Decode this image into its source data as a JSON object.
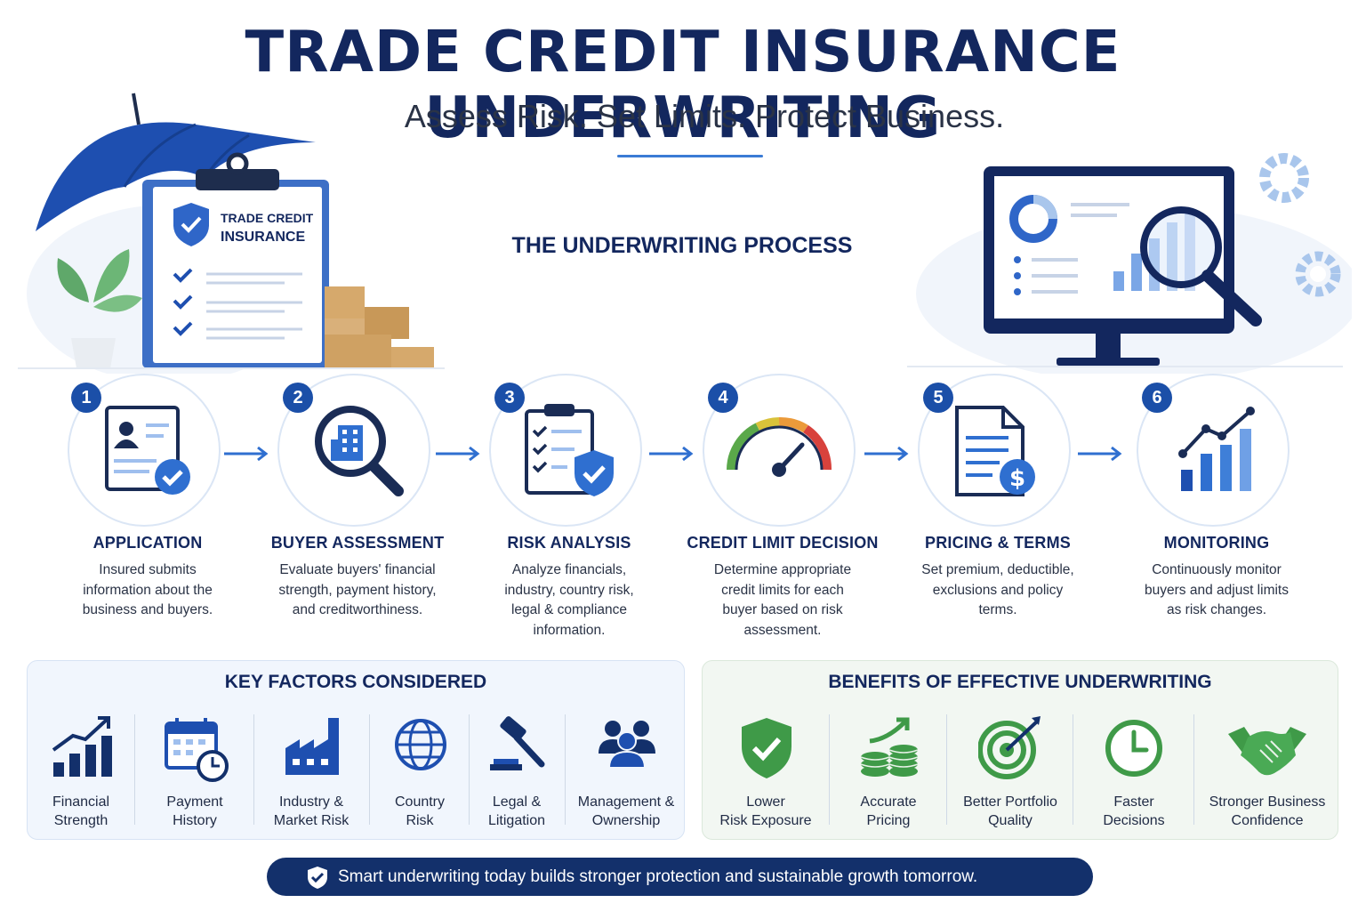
{
  "header": {
    "title": "TRADE CREDIT INSURANCE UNDERWRITING",
    "subtitle": "Assess Risk. Set Limits. Protect Business.",
    "process_heading": "THE UNDERWRITING PROCESS"
  },
  "illustration": {
    "clipboard_text_line1": "TRADE CREDIT",
    "clipboard_text_line2": "INSURANCE"
  },
  "steps": [
    {
      "number": "1",
      "title": "APPLICATION",
      "desc": [
        "Insured submits",
        "information about the",
        "business and buyers."
      ],
      "icon": "application-form-icon"
    },
    {
      "number": "2",
      "title": "BUYER ASSESSMENT",
      "desc": [
        "Evaluate buyers' financial",
        "strength, payment history,",
        "and creditworthiness."
      ],
      "icon": "magnifier-building-icon"
    },
    {
      "number": "3",
      "title": "RISK ANALYSIS",
      "desc": [
        "Analyze financials,",
        "industry, country risk,",
        "legal & compliance",
        "information."
      ],
      "icon": "checklist-shield-icon"
    },
    {
      "number": "4",
      "title": "CREDIT LIMIT DECISION",
      "desc": [
        "Determine appropriate",
        "credit limits for each",
        "buyer based on risk",
        "assessment."
      ],
      "icon": "gauge-icon"
    },
    {
      "number": "5",
      "title": "PRICING & TERMS",
      "desc": [
        "Set premium, deductible,",
        "exclusions and policy",
        "terms."
      ],
      "icon": "document-dollar-icon"
    },
    {
      "number": "6",
      "title": "MONITORING",
      "desc": [
        "Continuously monitor",
        "buyers and adjust limits",
        "as risk changes."
      ],
      "icon": "trend-chart-icon"
    }
  ],
  "key_factors": {
    "title": "KEY FACTORS CONSIDERED",
    "items": [
      {
        "label": [
          "Financial",
          "Strength"
        ],
        "icon": "growth-bars-icon"
      },
      {
        "label": [
          "Payment",
          "History"
        ],
        "icon": "calendar-clock-icon"
      },
      {
        "label": [
          "Industry &",
          "Market Risk"
        ],
        "icon": "factory-icon"
      },
      {
        "label": [
          "Country",
          "Risk"
        ],
        "icon": "globe-icon"
      },
      {
        "label": [
          "Legal &",
          "Litigation"
        ],
        "icon": "gavel-icon"
      },
      {
        "label": [
          "Management &",
          "Ownership"
        ],
        "icon": "people-icon"
      }
    ]
  },
  "benefits": {
    "title": "BENEFITS OF EFFECTIVE UNDERWRITING",
    "items": [
      {
        "label": [
          "Lower",
          "Risk Exposure"
        ],
        "icon": "shield-check-icon"
      },
      {
        "label": [
          "Accurate",
          "Pricing"
        ],
        "icon": "coins-arrow-icon"
      },
      {
        "label": [
          "Better Portfolio",
          "Quality"
        ],
        "icon": "target-icon"
      },
      {
        "label": [
          "Faster",
          "Decisions"
        ],
        "icon": "clock-icon"
      },
      {
        "label": [
          "Stronger Business",
          "Confidence"
        ],
        "icon": "handshake-icon"
      }
    ]
  },
  "banner": {
    "text": "Smart underwriting today builds stronger protection and sustainable growth tomorrow."
  },
  "colors": {
    "navy": "#13275e",
    "blue": "#1b4fa8",
    "accent": "#3a7bd5",
    "green": "#3f9a48",
    "banner": "#13306b"
  }
}
